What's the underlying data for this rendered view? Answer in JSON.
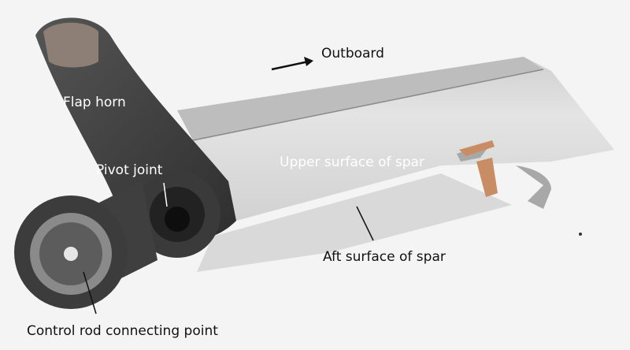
{
  "labels": {
    "outboard": "Outboard",
    "flap_horn": "Flap horn",
    "upper_surface": "Upper surface of spar",
    "pivot_joint": "Pivot joint",
    "aft_surface": "Aft surface of spar",
    "control_rod": "Control rod connecting point"
  }
}
